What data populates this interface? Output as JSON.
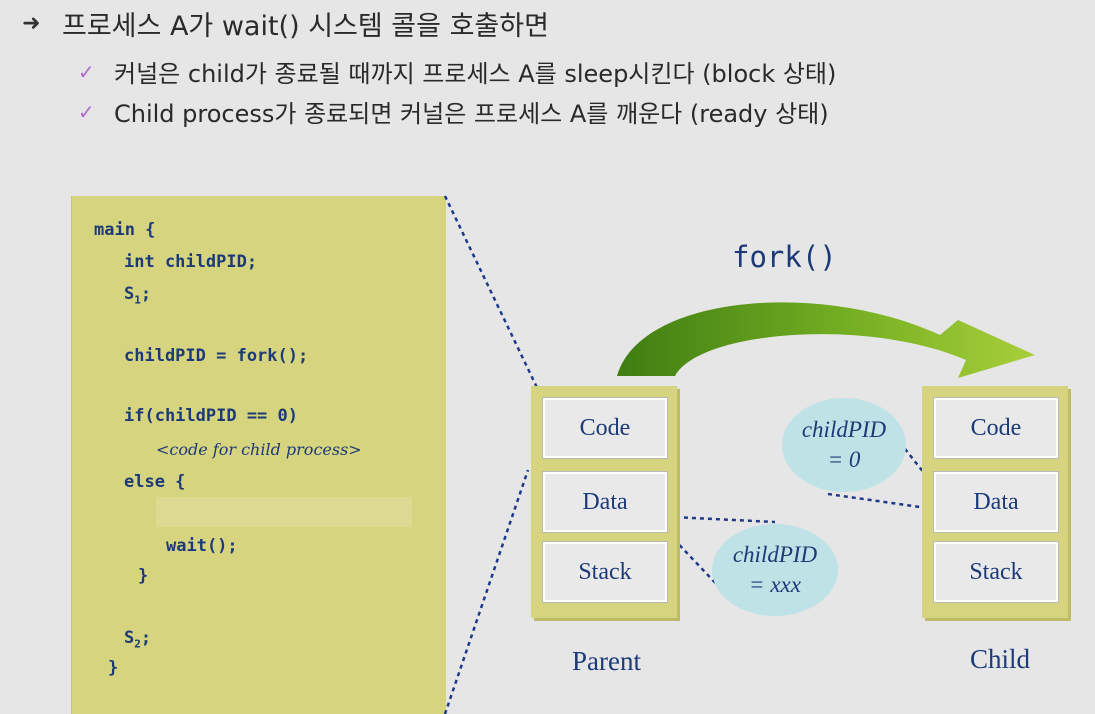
{
  "bullets": {
    "main": "프로세스 A가 wait() 시스템 콜을 호출하면",
    "sub": [
      "커널은 child가 종료될 때까지 프로세스 A를 sleep시킨다 (block 상태)",
      "Child process가 종료되면 커널은 프로세스 A를 깨운다 (ready 상태)"
    ]
  },
  "code": {
    "main_open": "main {",
    "decl": "int childPID;",
    "s1_base": "S",
    "s1_sub": "1",
    "s1_end": ";",
    "fork_call": "childPID = fork();",
    "if_line": "if(childPID == 0)",
    "child_comment": "<code for child process>",
    "else_line": "else {",
    "wait_call": "wait();",
    "else_close": "}",
    "s2_base": "S",
    "s2_sub": "2",
    "s2_end": ";",
    "main_close": "}"
  },
  "diagram": {
    "fork_label": "fork()",
    "parent": {
      "label": "Parent",
      "cells": [
        "Code",
        "Data",
        "Stack"
      ]
    },
    "child": {
      "label": "Child",
      "cells": [
        "Code",
        "Data",
        "Stack"
      ]
    },
    "parent_bubble": {
      "name": "childPID",
      "value": "= xxx"
    },
    "child_bubble": {
      "name": "childPID",
      "value": "= 0"
    }
  },
  "colors": {
    "code_bg": "#d6d47e",
    "text_blue": "#1c3a78",
    "bubble": "#bfe2e6",
    "arrow_green": "#6aa41c",
    "check_purple": "#b06ad0"
  }
}
